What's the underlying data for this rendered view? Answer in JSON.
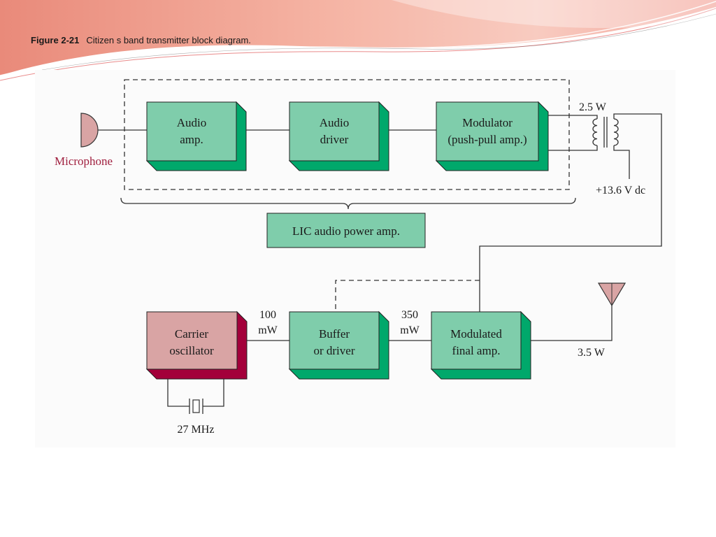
{
  "caption": {
    "figure_number": "Figure 2-21",
    "title": "Citizen s band transmitter block diagram."
  },
  "colors": {
    "block_face": "#7fcdab",
    "block_side": "#00a86b",
    "oscillator_face": "#d9a4a4",
    "oscillator_side": "#a3003a",
    "microphone": "#d9a4a4",
    "antenna": "#d9a4a4",
    "label_magenta": "#a0203f"
  },
  "diagram": {
    "microphone_label": "Microphone",
    "audio_amp": [
      "Audio",
      "amp."
    ],
    "audio_driver": [
      "Audio",
      "driver"
    ],
    "modulator": [
      "Modulator",
      "(push-pull amp.)"
    ],
    "lic_label": "LIC audio power amp.",
    "transformer_power": "2.5 W",
    "supply_voltage": "+13.6 V dc",
    "carrier_oscillator": [
      "Carrier",
      "oscillator"
    ],
    "buffer": [
      "Buffer",
      "or driver"
    ],
    "final_amp": [
      "Modulated",
      "final amp."
    ],
    "power_100": [
      "100",
      "mW"
    ],
    "power_350": [
      "350",
      "mW"
    ],
    "output_power": "3.5 W",
    "crystal_freq": "27 MHz"
  }
}
